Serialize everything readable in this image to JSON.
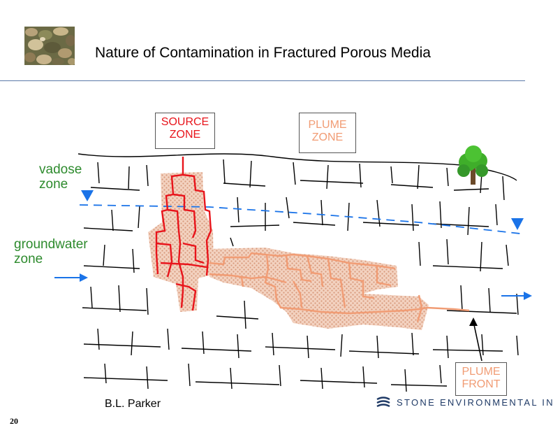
{
  "slide": {
    "title": "Nature of Contamination in Fractured Porous Media",
    "author": "B.L. Parker",
    "page_number": "20"
  },
  "labels": {
    "source_zone": "SOURCE ZONE",
    "plume_zone": "PLUME ZONE",
    "vadose_zone": "vadose zone",
    "groundwater_zone": "groundwater zone",
    "plume_front": "PLUME FRONT"
  },
  "logo": {
    "text": "STONE ENVIRONMENTAL INC"
  },
  "colors": {
    "source": "#e8141b",
    "plume": "#f19c74",
    "labels_green": "#2e8b2e",
    "water_blue": "#1a73e8",
    "fracture": "#000000"
  },
  "icons": [
    "water-table-marker-icon",
    "flow-arrow-icon",
    "tree-icon",
    "stone-logo-icon"
  ]
}
